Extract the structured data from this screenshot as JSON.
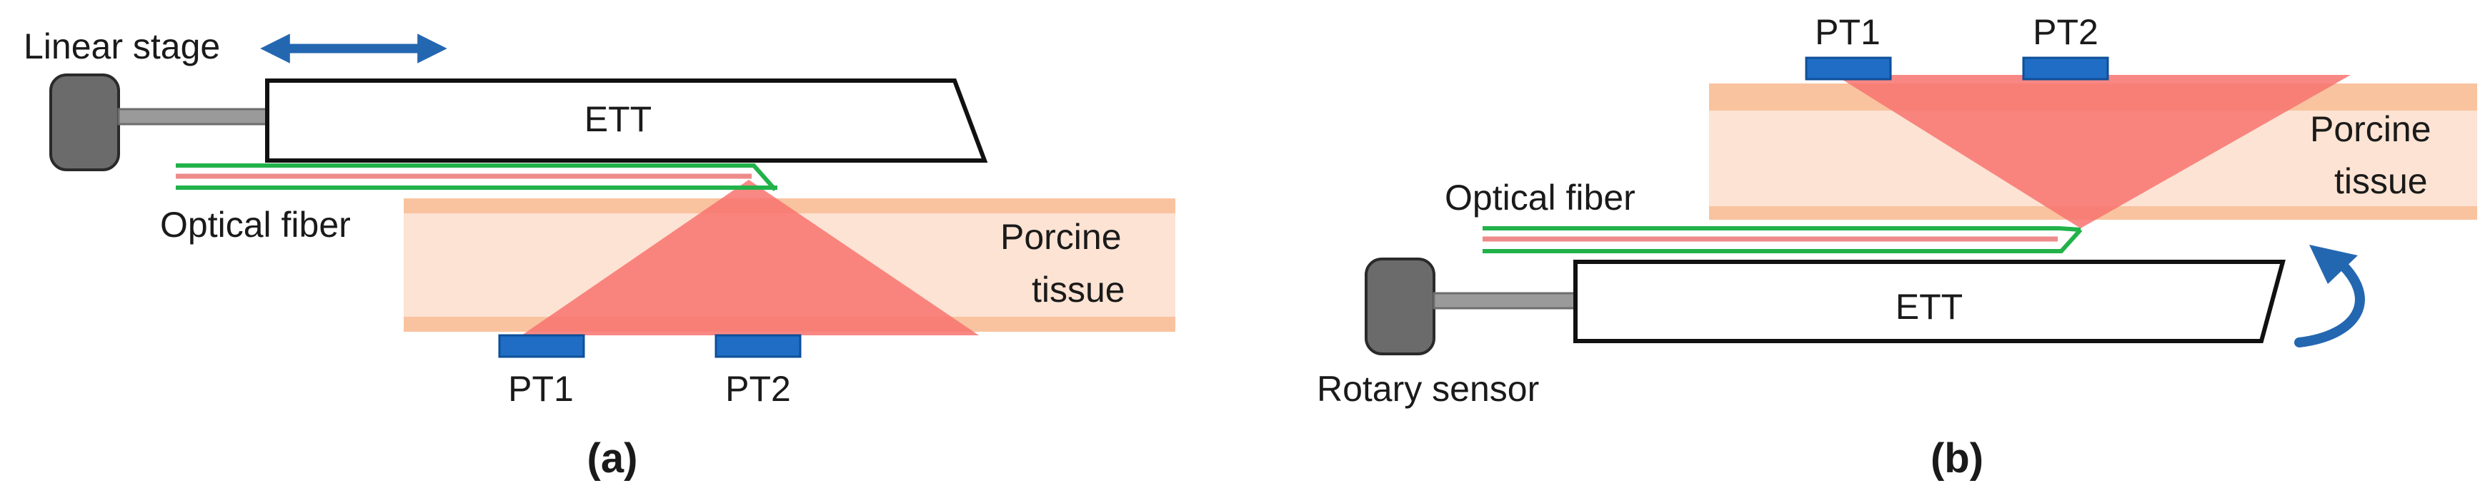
{
  "panel_a": {
    "linear_stage": "Linear stage",
    "ett": "ETT",
    "optical_fiber": "Optical fiber",
    "porcine": "Porcine",
    "tissue": "tissue",
    "pt1": "PT1",
    "pt2": "PT2",
    "caption": "(a)"
  },
  "panel_b": {
    "pt1": "PT1",
    "pt2": "PT2",
    "porcine": "Porcine",
    "tissue": "tissue",
    "optical_fiber": "Optical fiber",
    "ett": "ETT",
    "rotary_sensor": "Rotary sensor",
    "caption": "(b)"
  },
  "colors": {
    "tissue_band": "#fde3d3",
    "tissue_edge": "#f9c39f",
    "light_cone": "#f8736e",
    "photodetector": "#1f6dc4",
    "arrow": "#2467b1",
    "fiber_green": "#21b24a",
    "fiber_red": "#ee8a8a",
    "stage_block": "#6b6b6b"
  }
}
